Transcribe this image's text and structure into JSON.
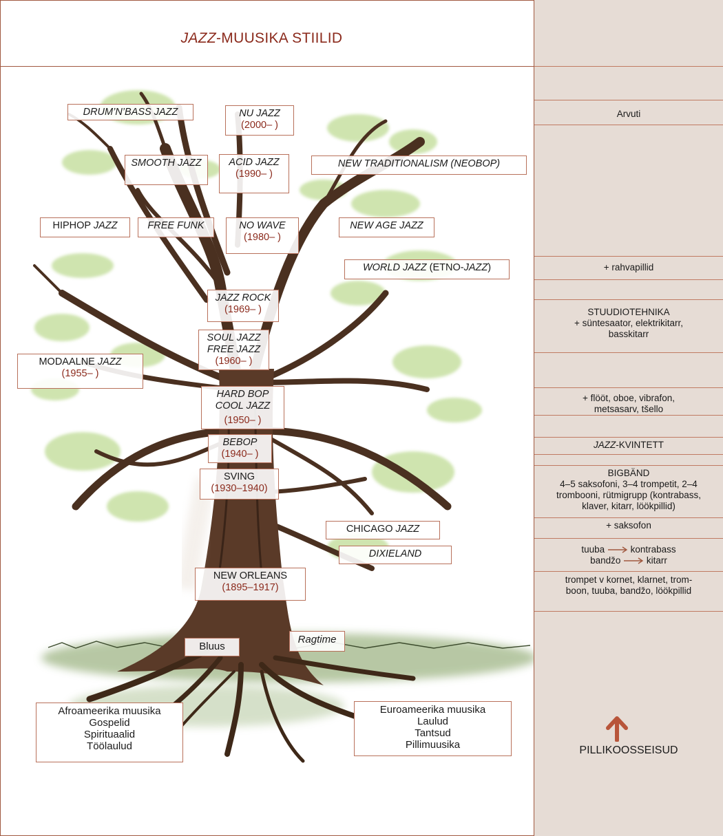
{
  "title": {
    "emph": "JAZZ",
    "rest": "-MUUSIKA STIILID"
  },
  "styles": {
    "drumnbass": {
      "name": "DRUM’N’BASS JAZZ"
    },
    "nujazz": {
      "name": "NU JAZZ",
      "years": "(2000–  )"
    },
    "smooth": {
      "name": "SMOOTH JAZZ"
    },
    "acid": {
      "name": "ACID JAZZ",
      "years": "(1990–  )"
    },
    "newtrad": {
      "name": "NEW TRADITIONALISM (NEOBOP)"
    },
    "hiphop": {
      "name_a": "HIPHOP ",
      "name_b": "JAZZ"
    },
    "freefunk": {
      "name": "FREE FUNK"
    },
    "nowave": {
      "name": "NO WAVE",
      "years": "(1980– )"
    },
    "newage": {
      "name": "NEW AGE JAZZ"
    },
    "world": {
      "name_a": "WORLD JAZZ",
      "name_b": " (ETNO-",
      "name_c": "JAZZ",
      "name_d": ")"
    },
    "jazzrock": {
      "name": "JAZZ ROCK",
      "years": "(1969–  )"
    },
    "soulfree": {
      "line1": "SOUL JAZZ",
      "line2": "FREE JAZZ",
      "years": "(1960–  )"
    },
    "modal": {
      "name_a": "MODAALNE ",
      "name_b": "JAZZ",
      "years": "(1955–  )"
    },
    "hardbop": {
      "line1": "HARD BOP",
      "line2": "COOL JAZZ",
      "years": "(1950–  )"
    },
    "bebop": {
      "name": "BEBOP",
      "years": "(1940–  )"
    },
    "sving": {
      "name": "SVING",
      "years": "(1930–1940)"
    },
    "chicago": {
      "name_a": "CHICAGO ",
      "name_b": "JAZZ"
    },
    "dixieland": {
      "name": "DIXIELAND"
    },
    "neworleans": {
      "name": "NEW ORLEANS",
      "years": "(1895–1917)"
    },
    "bluus": {
      "name": "Bluus"
    },
    "ragtime": {
      "name": "Ragtime"
    }
  },
  "roots": {
    "afro": [
      "Afroameerika muusika",
      "Gospelid",
      "Spirituaalid",
      "Töölaulud"
    ],
    "euro": [
      "Euroameerika muusika",
      "Laulud",
      "Tantsud",
      "Pillimuusika"
    ]
  },
  "instruments": {
    "arvuti": "Arvuti",
    "rahvapillid": "+ rahvapillid",
    "studio": [
      "STUUDIOTEHNIKA",
      "+ süntesaator, elektrikitarr,",
      "basskitarr"
    ],
    "flute": [
      "+ flööt, oboe, vibrafon,",
      "metsasarv, tšello"
    ],
    "kvintett": {
      "emph": "JAZZ",
      "rest": "-KVINTETT"
    },
    "bigband": [
      "BIGBÄND",
      "4–5 saksofoni, 3–4 trompetit, 2–4",
      "trombooni, rütmigrupp (kontrabass,",
      "klaver, kitarr, löökpillid)"
    ],
    "saksofon": "+ saksofon",
    "tuuba_from": "tuuba",
    "tuuba_to": "kontrabass",
    "bandzo_from": "bandžo",
    "bandzo_to": "kitarr",
    "base": [
      "trompet v kornet, klarnet, trom-",
      "boon, tuuba, bandžo, löökpillid"
    ],
    "label": "PILLIKOOSSEISUD"
  },
  "colors": {
    "accent": "#8b2a1c",
    "border": "#b8705a",
    "panel": "#e6dcd5",
    "bark": "#5a3a28",
    "foliage": "#a8cf6e",
    "grass": "#7d9b5a"
  }
}
